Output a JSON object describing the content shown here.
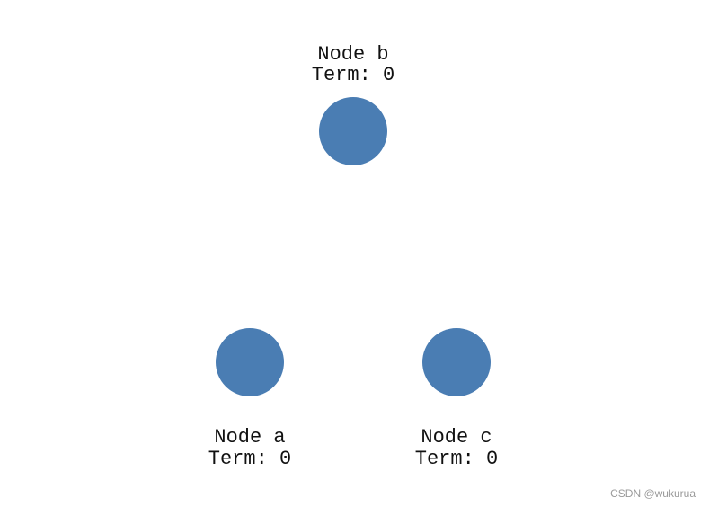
{
  "nodes": [
    {
      "id": "b",
      "name": "Node b",
      "term": "Term: 0",
      "color": "#4a7db3"
    },
    {
      "id": "a",
      "name": "Node a",
      "term": "Term: 0",
      "color": "#4a7db3"
    },
    {
      "id": "c",
      "name": "Node c",
      "term": "Term: 0",
      "color": "#4a7db3"
    }
  ],
  "watermark": "CSDN @wukurua"
}
